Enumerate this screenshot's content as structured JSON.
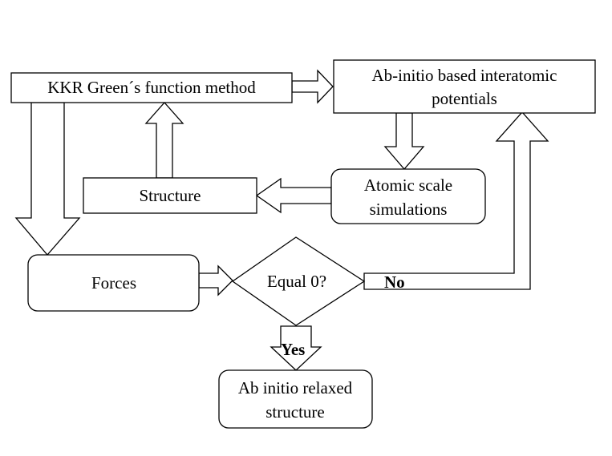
{
  "nodes": {
    "kkr": "KKR Green´s function method",
    "potentials_line1": "Ab-initio based interatomic",
    "potentials_line2": "potentials",
    "structure": "Structure",
    "atomic_line1": "Atomic scale",
    "atomic_line2": "simulations",
    "forces": "Forces",
    "decision": "Equal 0?",
    "relaxed_line1": "Ab initio relaxed",
    "relaxed_line2": "structure"
  },
  "edge_labels": {
    "no": "No",
    "yes": "Yes"
  }
}
